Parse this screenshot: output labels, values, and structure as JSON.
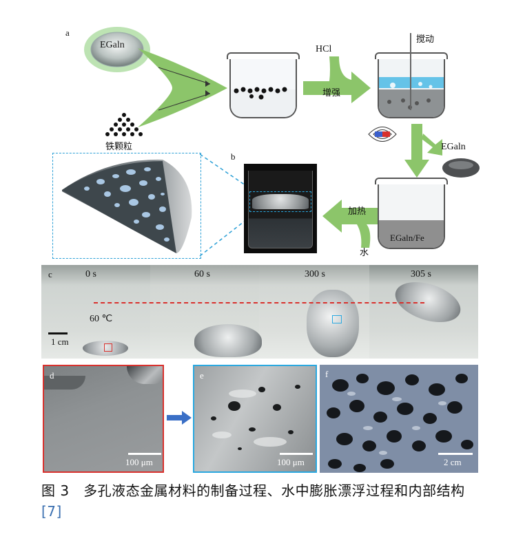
{
  "panel_a": {
    "label": "a",
    "egaln_top": "EGaln",
    "iron_label": "铁颗粒",
    "hcl": "HCl",
    "enhance": "增强",
    "stir": "搅动",
    "egaln_right": "EGaln",
    "beaker_bottom_label": "EGaln/Fe",
    "heat": "加热",
    "water": "水"
  },
  "panel_b": {
    "label": "b"
  },
  "panel_c": {
    "label": "c",
    "times": [
      "0 s",
      "60 s",
      "300 s",
      "305 s"
    ],
    "temperature": "60 ℃",
    "scale": "1 cm"
  },
  "panel_d": {
    "label": "d",
    "scale": "100 μm"
  },
  "panel_e": {
    "label": "e",
    "scale": "100 μm"
  },
  "panel_f": {
    "label": "f",
    "scale": "2 cm"
  },
  "caption": {
    "text": "图 3　多孔液态金属材料的制备过程、水中膨胀漂浮过程和内部结构",
    "ref": "[7]"
  },
  "colors": {
    "arrow_green": "#8cc56a",
    "red_box": "#d9302c",
    "blue_box": "#29a8e0",
    "dash_blue": "#2a9fd6"
  }
}
